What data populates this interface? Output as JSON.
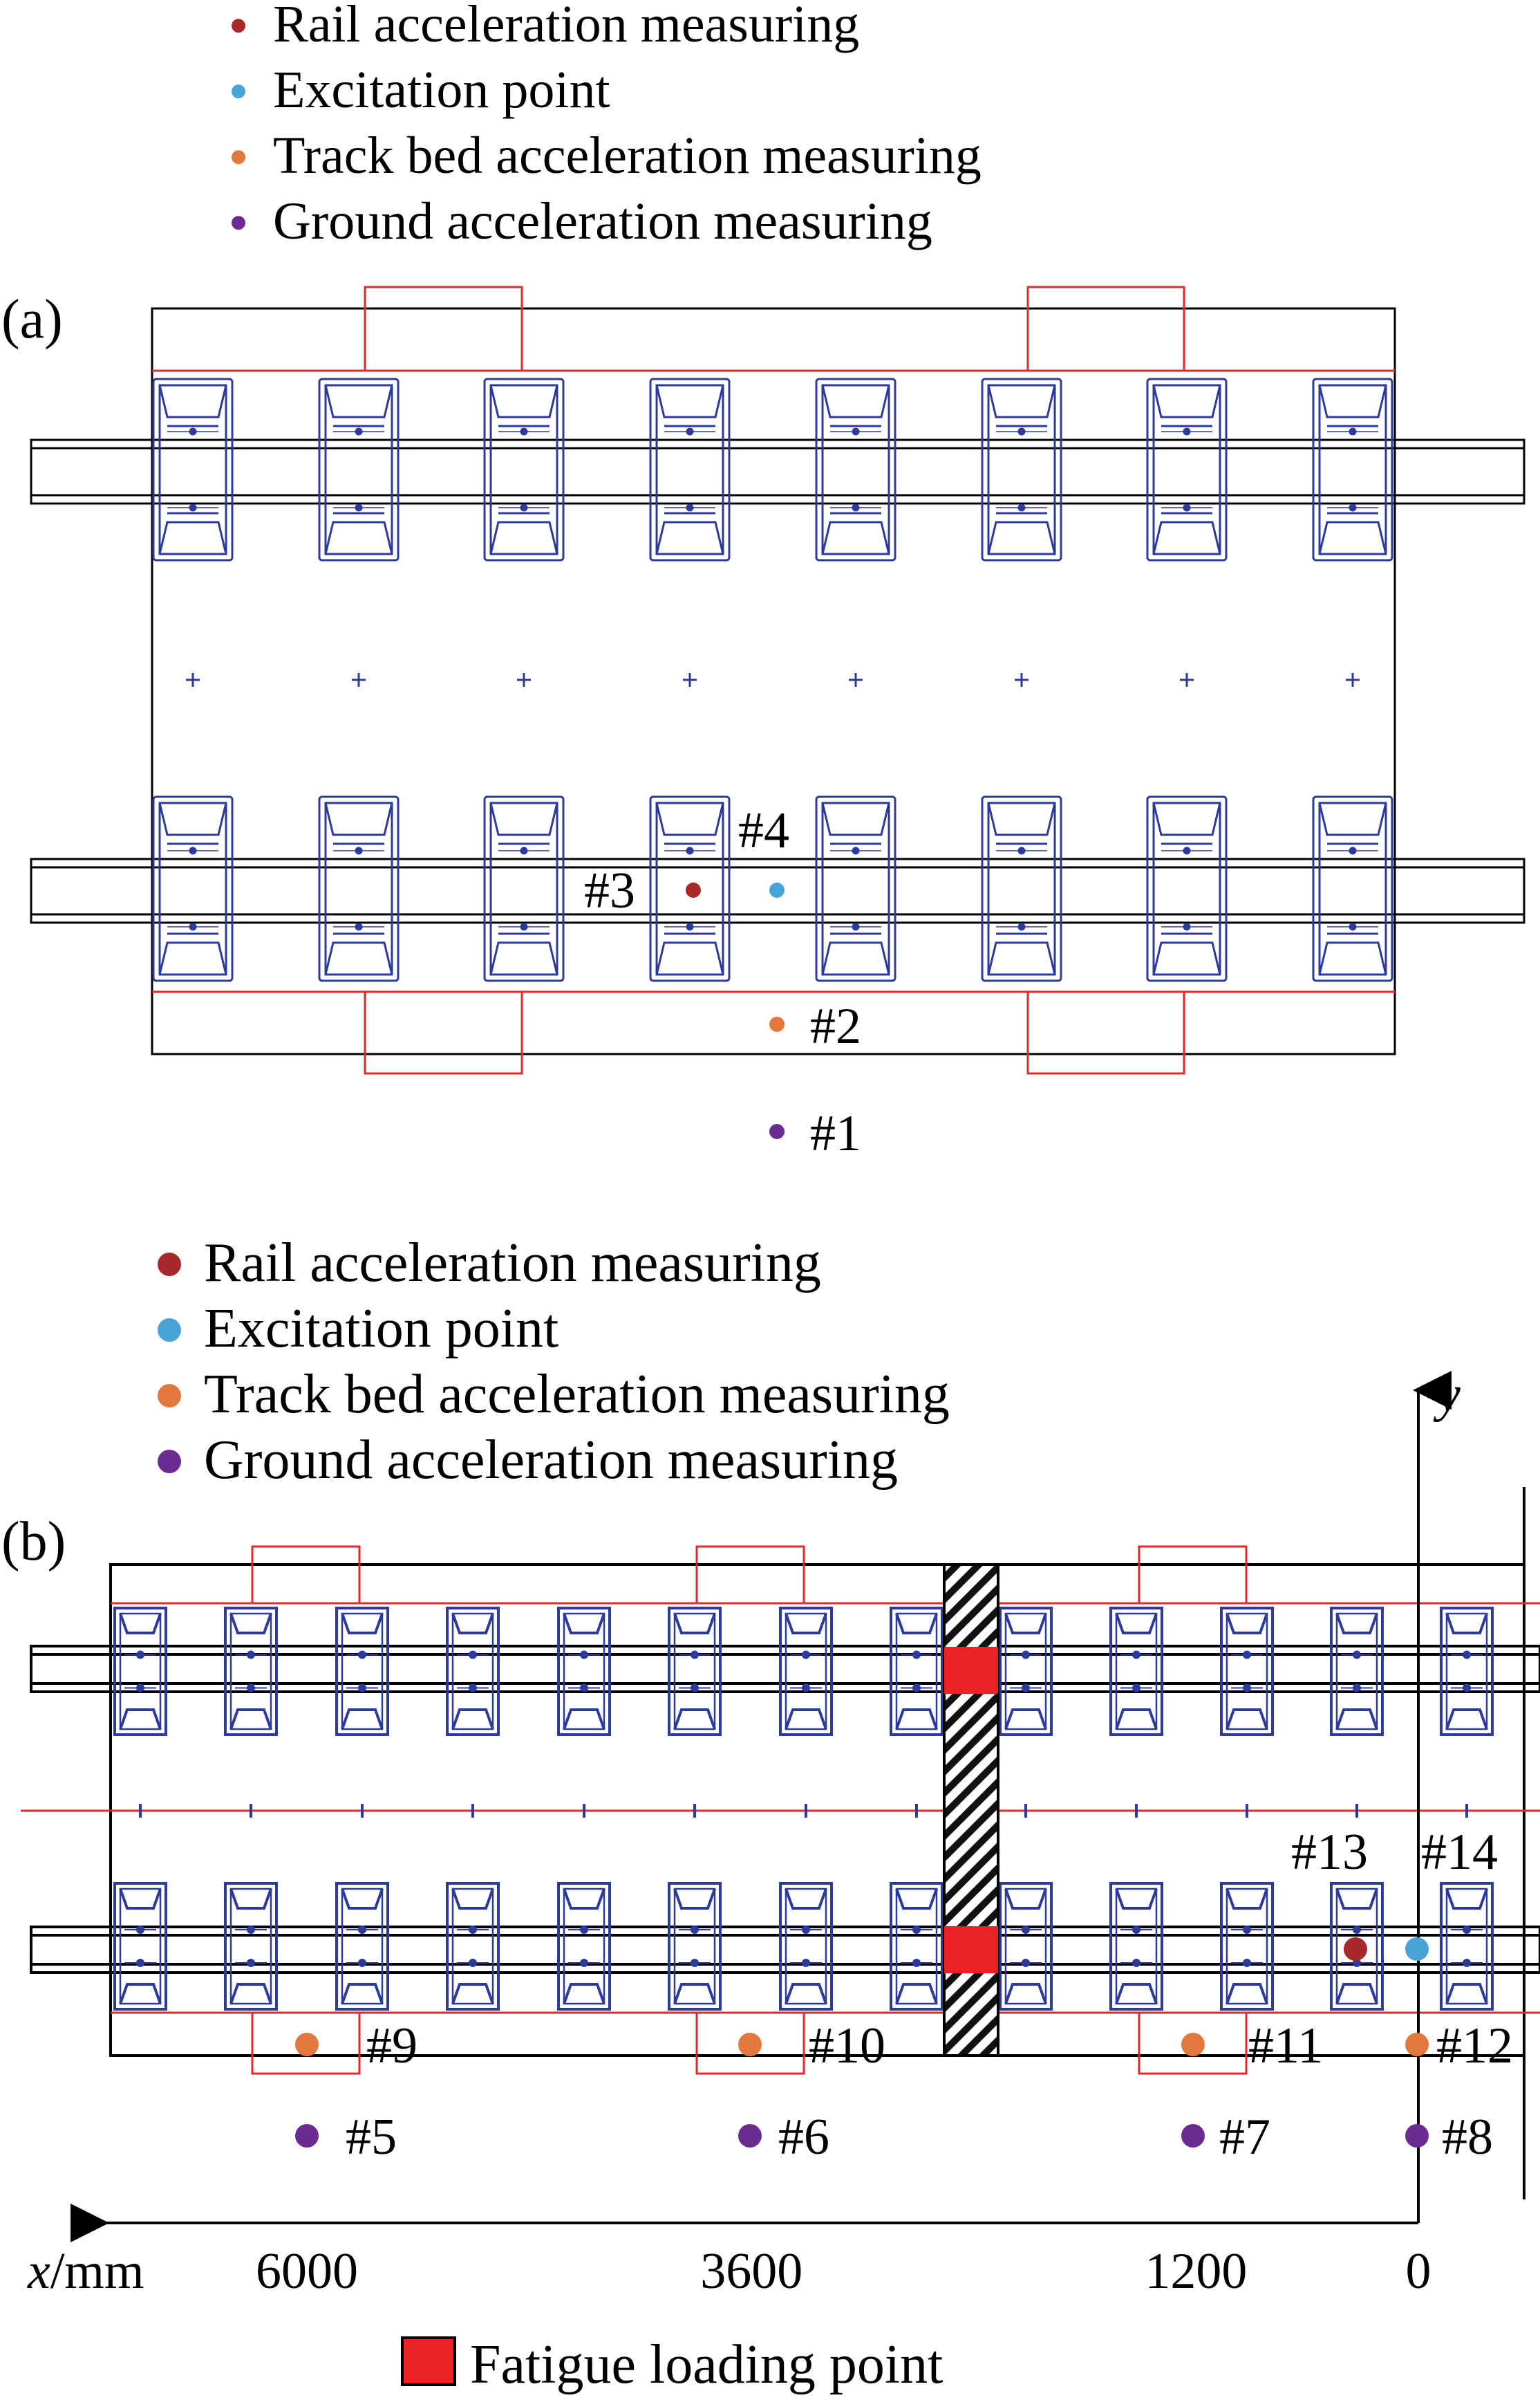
{
  "colors": {
    "rail": "#000000",
    "frame": "#000000",
    "base": "#e8262b",
    "sleeper": "#2b3a9c",
    "rail_acc": "#a72a2a",
    "excitation": "#4aa3d6",
    "track_bed": "#e2783e",
    "ground": "#6b2c8f",
    "fatigue": "#ec2125"
  },
  "panel_a": {
    "label": "(a)",
    "legend": [
      {
        "text": "Rail acceleration measuring",
        "kind": "rail_acc"
      },
      {
        "text": "Excitation point",
        "kind": "excitation"
      },
      {
        "text": "Track bed acceleration measuring",
        "kind": "track_bed"
      },
      {
        "text": "Ground acceleration measuring",
        "kind": "ground"
      }
    ],
    "points": [
      {
        "label": "#3",
        "kind": "rail_acc"
      },
      {
        "label": "#4",
        "kind": "excitation"
      },
      {
        "label": "#2",
        "kind": "track_bed"
      },
      {
        "label": "#1",
        "kind": "ground"
      }
    ]
  },
  "panel_b": {
    "label": "(b)",
    "legend": [
      {
        "text": "Rail acceleration measuring",
        "kind": "rail_acc"
      },
      {
        "text": "Excitation point",
        "kind": "excitation"
      },
      {
        "text": "Track bed acceleration measuring",
        "kind": "track_bed"
      },
      {
        "text": "Ground acceleration measuring",
        "kind": "ground"
      }
    ],
    "axis_x_label": "x",
    "axis_x_unit": "/mm",
    "axis_y_label": "y",
    "ticks": [
      "6000",
      "3600",
      "1200",
      "0"
    ],
    "tick_values": [
      6000,
      3600,
      1200,
      0
    ],
    "points": [
      {
        "label": "#13",
        "kind": "rail_acc"
      },
      {
        "label": "#14",
        "kind": "excitation"
      },
      {
        "label": "#9",
        "kind": "track_bed"
      },
      {
        "label": "#10",
        "kind": "track_bed"
      },
      {
        "label": "#11",
        "kind": "track_bed"
      },
      {
        "label": "#12",
        "kind": "track_bed"
      },
      {
        "label": "#5",
        "kind": "ground"
      },
      {
        "label": "#6",
        "kind": "ground"
      },
      {
        "label": "#7",
        "kind": "ground"
      },
      {
        "label": "#8",
        "kind": "ground"
      }
    ],
    "fatigue_legend": "Fatigue loading point"
  }
}
